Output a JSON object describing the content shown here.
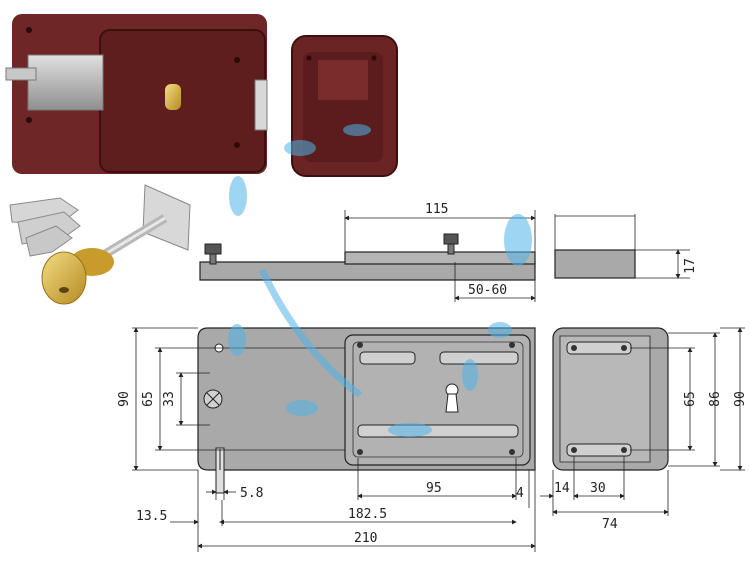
{
  "colors": {
    "lock_body": "#6e2626",
    "lock_body_dark": "#4a1616",
    "steel": "#b9b9b9",
    "steel_dark": "#8c8c8c",
    "brass": "#d4b24a",
    "drawing_fill": "#a9a9a9",
    "line": "#222222",
    "watermark": "#4fb3e8"
  },
  "dimensions": {
    "d115": "115",
    "d17": "17",
    "d50_60": "50-60",
    "d90_left": "90",
    "d65_left": "65",
    "d33": "33",
    "d5_8": "5.8",
    "d95": "95",
    "d4": "4",
    "d13_5": "13.5",
    "d182_5": "182.5",
    "d210": "210",
    "d65_right": "65",
    "d86": "86",
    "d90_right": "90",
    "d14": "14",
    "d30": "30",
    "d74": "74"
  }
}
